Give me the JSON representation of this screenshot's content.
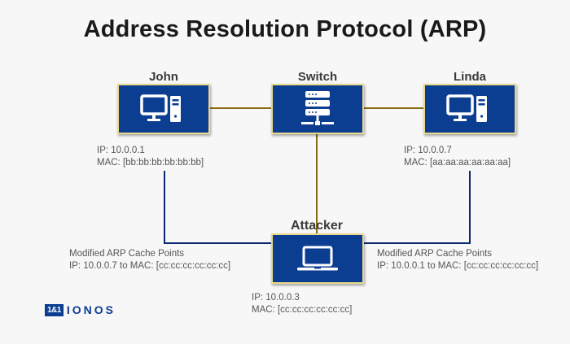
{
  "title": "Address Resolution Protocol (ARP)",
  "colors": {
    "box": "#0b3d91",
    "box_border": "#e9d98a",
    "switch_link": "#8a6a10",
    "attack_link": "#0b2a6e"
  },
  "nodes": {
    "john": {
      "label": "John",
      "icon": "desktop-computer-icon",
      "ip": "IP: 10.0.0.1",
      "mac": "MAC: [bb:bb:bb:bb:bb:bb]"
    },
    "switch": {
      "label": "Switch",
      "icon": "network-switch-icon"
    },
    "linda": {
      "label": "Linda",
      "icon": "desktop-computer-icon",
      "ip": "IP: 10.0.0.7",
      "mac": "MAC: [aa:aa:aa:aa:aa:aa]"
    },
    "attacker": {
      "label": "Attacker",
      "icon": "laptop-icon",
      "ip": "IP: 10.0.0.3",
      "mac": "MAC: [cc:cc:cc:cc:cc:cc]"
    }
  },
  "annotations": {
    "left": {
      "line1": "Modified ARP Cache Points",
      "line2": "IP: 10.0.0.7 to MAC: [cc:cc:cc:cc:cc:cc]"
    },
    "right": {
      "line1": "Modified ARP Cache Points",
      "line2": "IP: 10.0.0.1 to MAC: [cc:cc:cc:cc:cc:cc]"
    }
  },
  "logo": {
    "badge": "1&1",
    "name": "IONOS"
  }
}
